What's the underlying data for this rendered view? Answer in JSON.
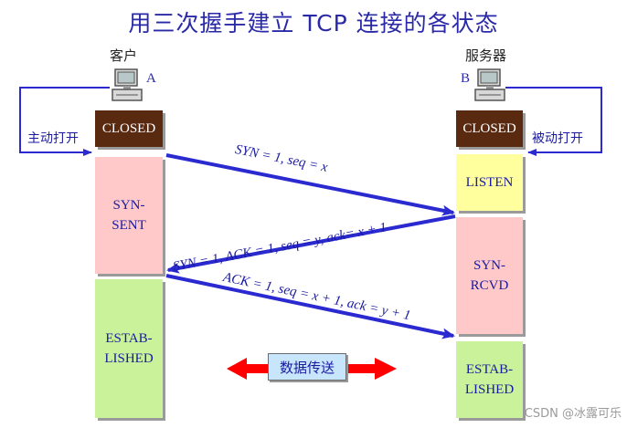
{
  "title": "用三次握手建立 TCP 连接的各状态",
  "client": {
    "label": "客户",
    "letter": "A",
    "open_label": "主动打开",
    "states": [
      "CLOSED",
      "SYN-\nSENT",
      "ESTAB-\nLISHED"
    ]
  },
  "server": {
    "label": "服务器",
    "letter": "B",
    "open_label": "被动打开",
    "states": [
      "CLOSED",
      "LISTEN",
      "SYN-\nRCVD",
      "ESTAB-\nLISHED"
    ]
  },
  "messages": [
    "SYN = 1, seq = x",
    "SYN = 1, ACK = 1, seq = y, ack= x + 1",
    "ACK = 1, seq = x + 1, ack = y + 1"
  ],
  "data_transfer": "数据传送",
  "watermark": "CSDN @冰露可乐",
  "colors": {
    "arrow": "#2a2ad0",
    "closed": "#5a2a10",
    "listen": "#ffff9e",
    "syn": "#ffc9c9",
    "established": "#c9f29a",
    "data_arrow": "#ff0000",
    "data_box": "#c8e6fb"
  }
}
